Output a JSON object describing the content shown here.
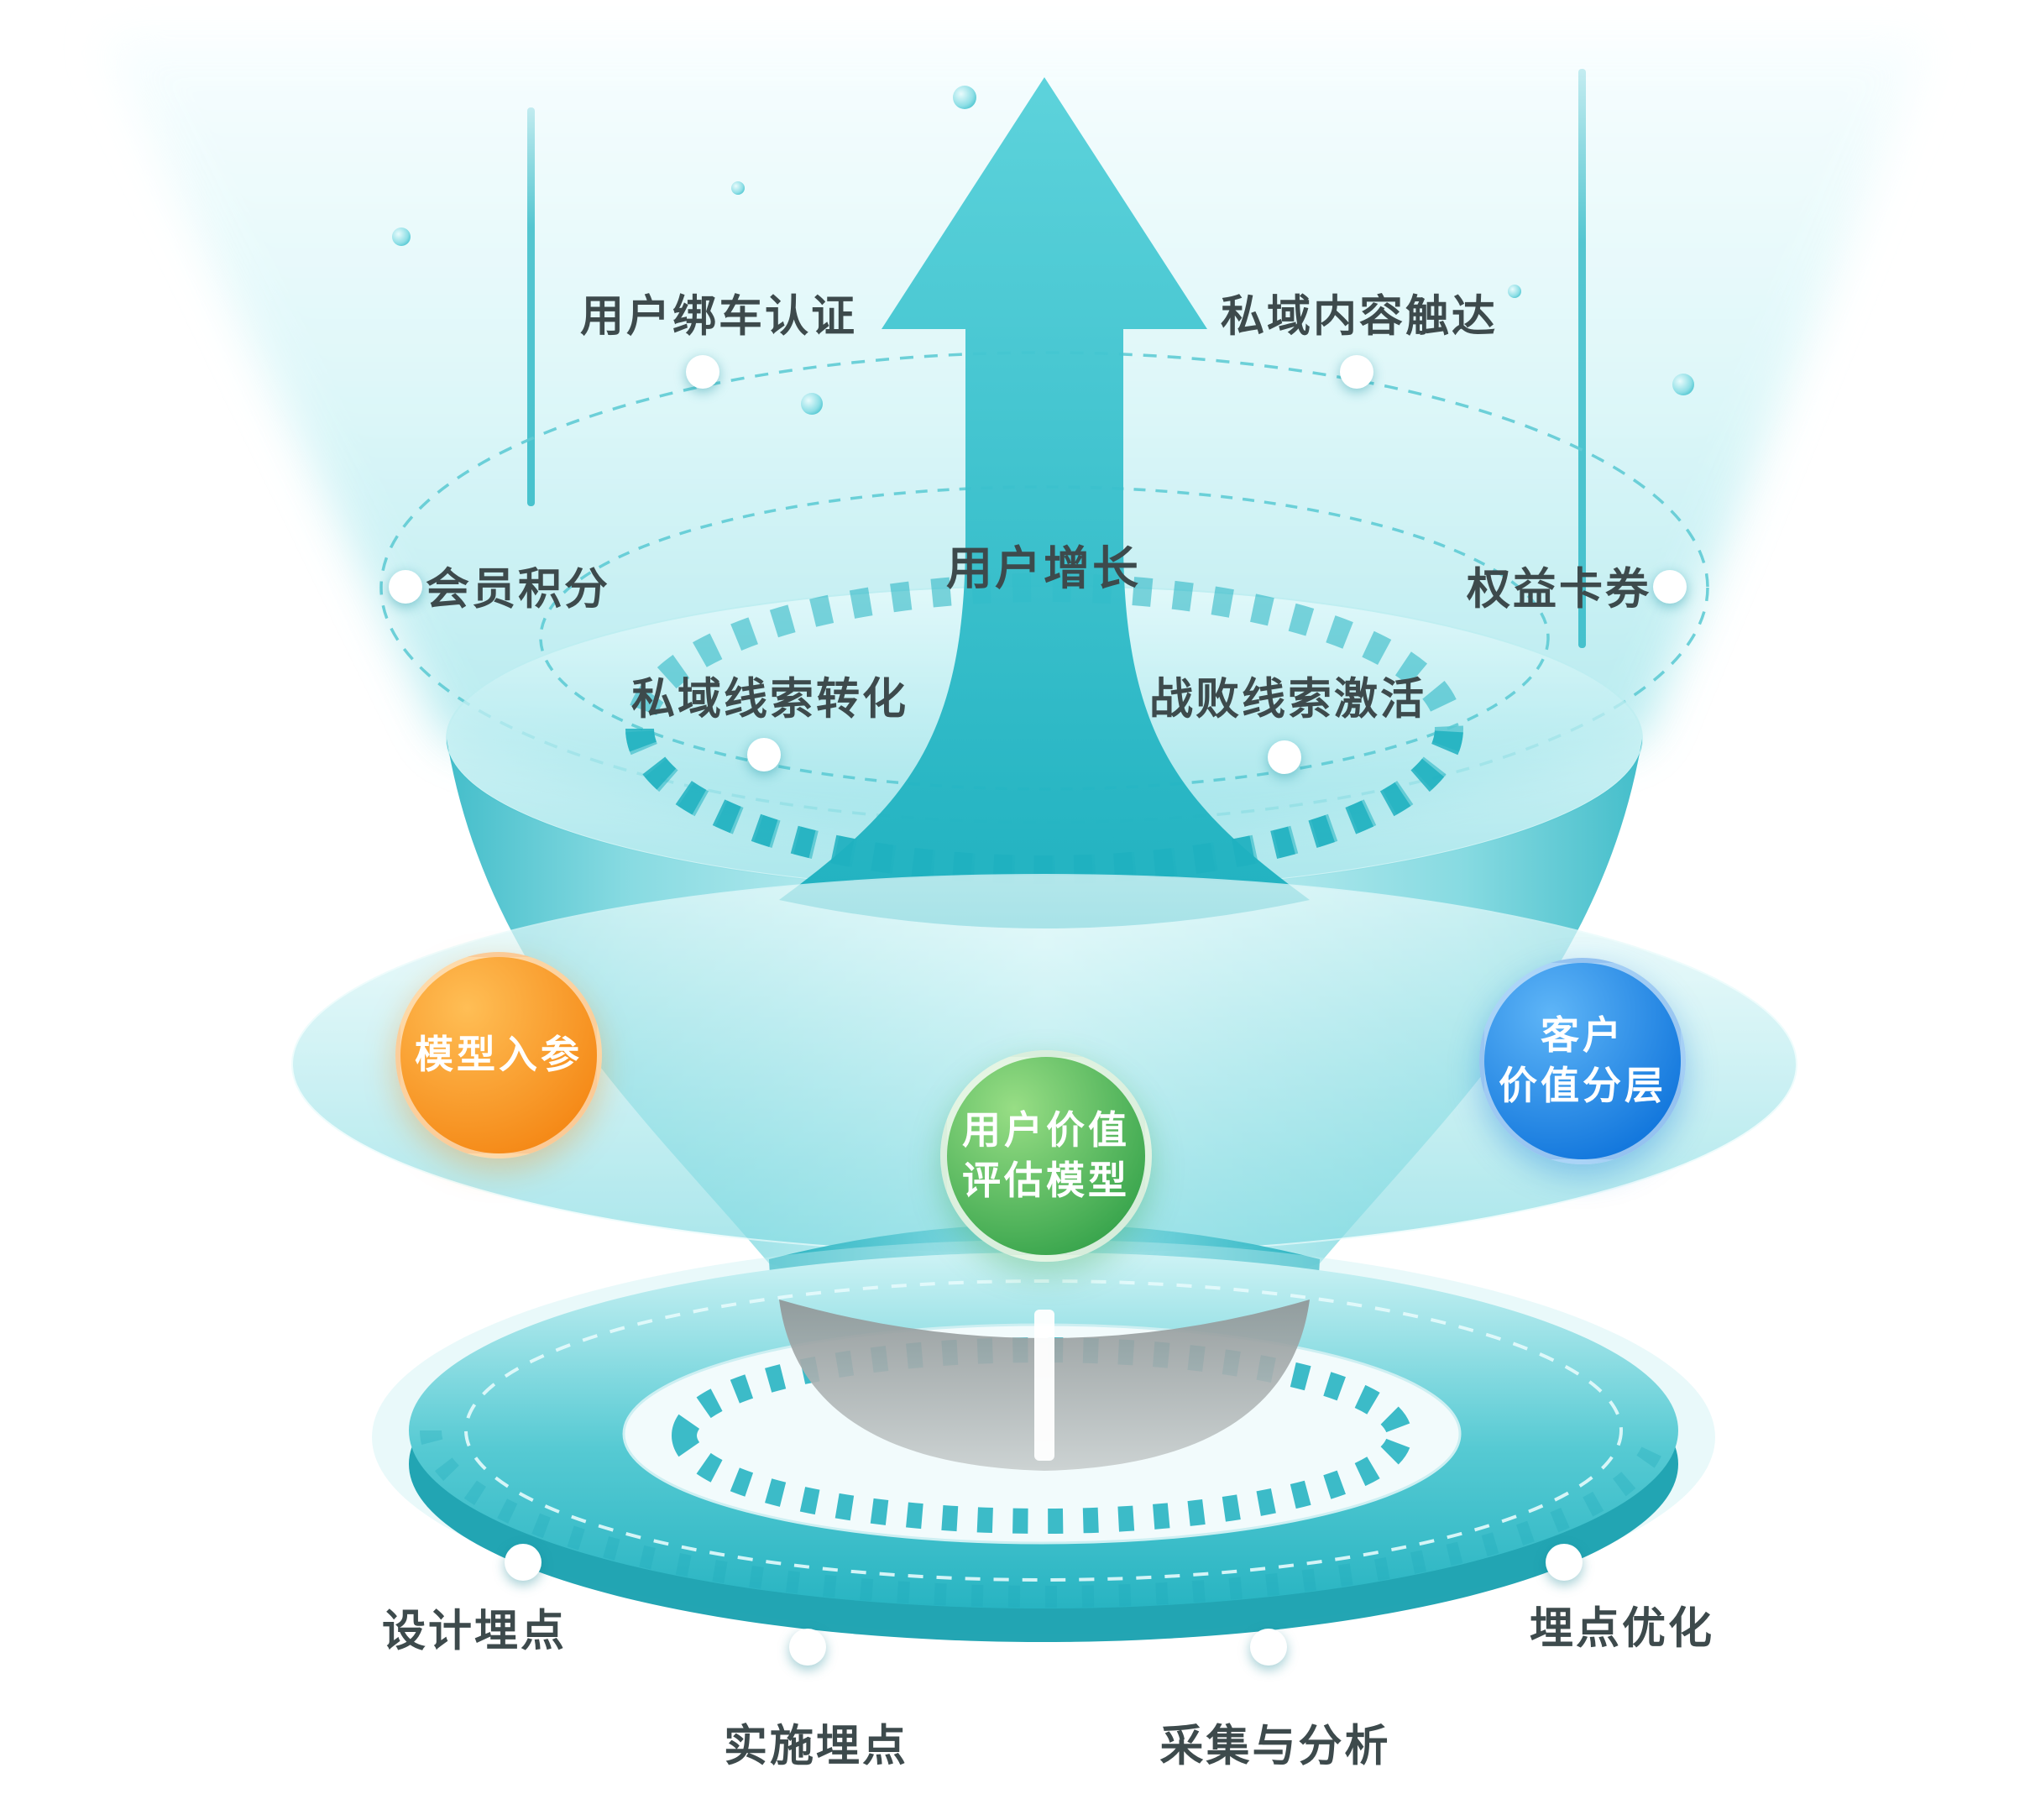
{
  "diagram": {
    "stage_labels": {
      "user_bind_auth": "用户绑车认证",
      "private_content_reach": "私域内容触达",
      "member_points": "会员积分",
      "user_growth": "用户增长",
      "benefit_coupons": "权益卡券",
      "private_lead_conversion": "私域线索转化",
      "lost_lead_activation": "战败线索激活",
      "design_tracking": "设计埋点",
      "implement_tracking": "实施埋点",
      "collect_analyze": "采集与分析",
      "tracking_optimization": "埋点优化"
    },
    "nodes": {
      "model_input": {
        "label": "模型入参",
        "color": "#f58a18"
      },
      "customer_value_tiering": {
        "line1": "客户",
        "line2": "价值分层",
        "color": "#1478dd"
      },
      "user_value_model": {
        "line1": "用户价值",
        "line2": "评估模型",
        "color": "#39a54d"
      }
    }
  },
  "colors": {
    "teal": "#2fb9c6",
    "teal_deep": "#17a0af",
    "teal_light": "#bfeef0",
    "text": "#3d4a4c",
    "orange_light": "#ffbe55",
    "orange_dark": "#f58a18",
    "blue_light": "#5eb5f7",
    "blue_dark": "#1478dd",
    "green_light": "#98de85",
    "green_dark": "#39a54d",
    "node_text": "#ffffff"
  }
}
